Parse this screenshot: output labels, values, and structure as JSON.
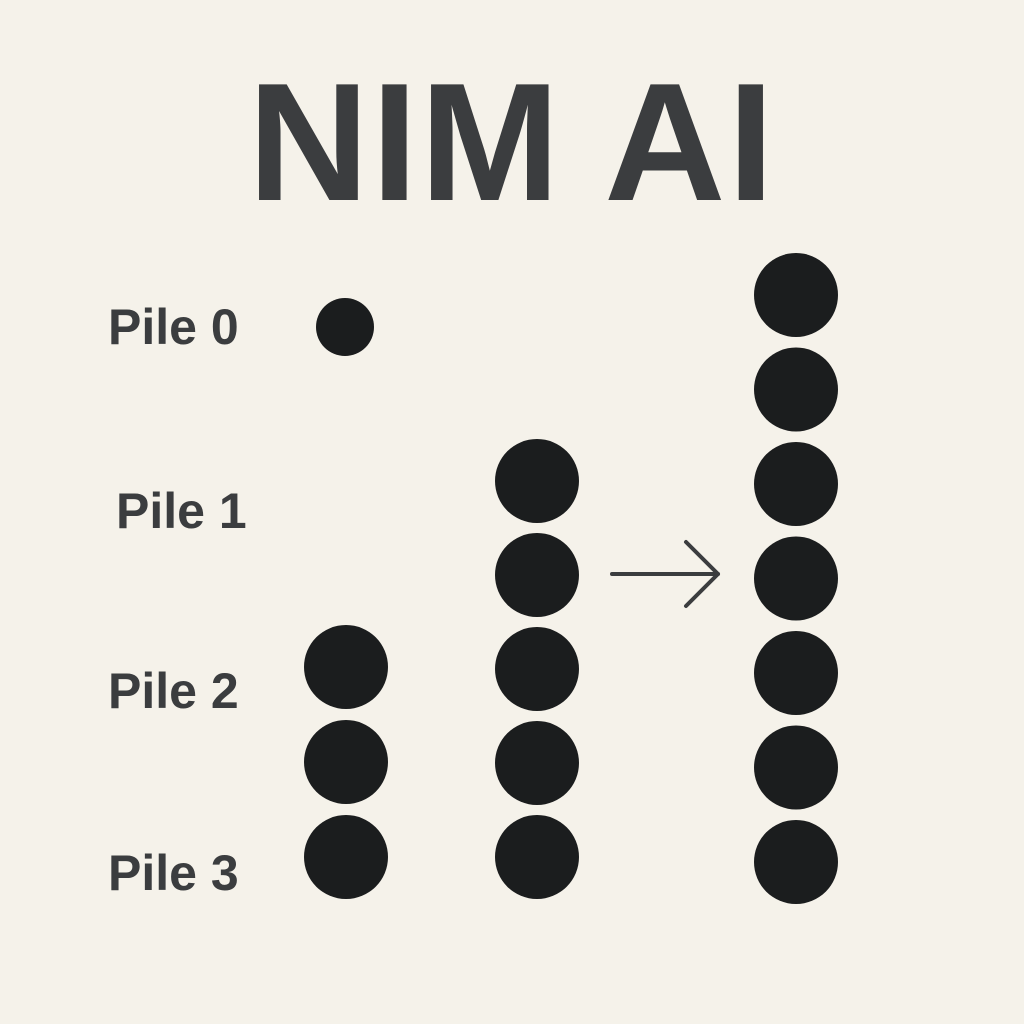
{
  "title": "NIM AI",
  "piles": [
    {
      "label": "Pile 0",
      "count": 1
    },
    {
      "label": "Pile 1",
      "count": 0
    },
    {
      "label": "Pile 2",
      "count": 3
    },
    {
      "label": "Pile 3",
      "count": 0
    }
  ],
  "middle_stack": {
    "count": 5
  },
  "result_stack": {
    "count": 7
  },
  "colors": {
    "background": "#f5f2ea",
    "text": "#3b3d3f",
    "coin": "#1b1d1e"
  },
  "icons": {
    "transition": "arrow-right-icon"
  }
}
